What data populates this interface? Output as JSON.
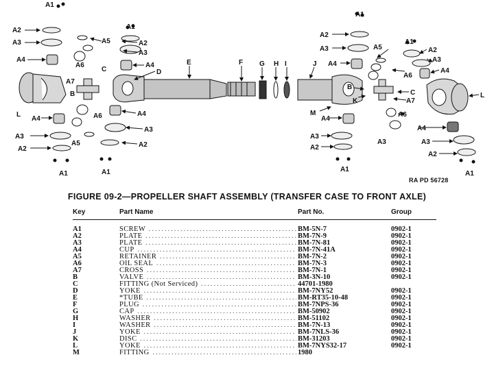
{
  "figure": {
    "reference": "RA PD 56728",
    "caption": "FIGURE 09-2—PROPELLER SHAFT ASSEMBLY (TRANSFER CASE TO FRONT AXLE)",
    "callouts": {
      "A1": "A1",
      "A2": "A2",
      "A3": "A3",
      "A4": "A4",
      "A5": "A5",
      "A6": "A6",
      "A7": "A7",
      "B": "B",
      "C": "C",
      "D": "D",
      "E": "E",
      "F": "F",
      "G": "G",
      "H": "H",
      "I": "I",
      "J": "J",
      "K": "K",
      "L": "L",
      "M": "M"
    }
  },
  "table": {
    "headers": {
      "key": "Key",
      "part_name": "Part Name",
      "part_no": "Part No.",
      "group": "Group"
    },
    "rows": [
      {
        "key": "A1",
        "name": "SCREW",
        "part_no": "BM-5N-7",
        "group": "0902-1"
      },
      {
        "key": "A2",
        "name": "PLATE",
        "part_no": "BM-7N-9",
        "group": "0902-1"
      },
      {
        "key": "A3",
        "name": "PLATE",
        "part_no": "BM-7N-81",
        "group": "0902-1"
      },
      {
        "key": "A4",
        "name": "CUP",
        "part_no": "BM-7N-41A",
        "group": "0902-1"
      },
      {
        "key": "A5",
        "name": "RETAINER",
        "part_no": "BM-7N-2",
        "group": "0902-1"
      },
      {
        "key": "A6",
        "name": "OIL SEAL",
        "part_no": "BM-7N-3",
        "group": "0902-1"
      },
      {
        "key": "A7",
        "name": "CROSS",
        "part_no": "BM-7N-1",
        "group": "0902-1"
      },
      {
        "key": "B",
        "name": "VALVE",
        "part_no": "BM-3N-10",
        "group": "0902-1"
      },
      {
        "key": "C",
        "name": "FITTING (Not Serviced)",
        "part_no": "44701-1980",
        "group": ""
      },
      {
        "key": "D",
        "name": "YOKE",
        "part_no": "BM-7NY52",
        "group": "0902-1"
      },
      {
        "key": "E",
        "name": "*TUBE",
        "part_no": "BM-RT35-10-48",
        "group": "0902-1"
      },
      {
        "key": "F",
        "name": "PLUG",
        "part_no": "BM-7NPS-36",
        "group": "0902-1"
      },
      {
        "key": "G",
        "name": "CAP",
        "part_no": "BM-50902",
        "group": "0902-1"
      },
      {
        "key": "H",
        "name": "WASHER",
        "part_no": "BM-51102",
        "group": "0902-1"
      },
      {
        "key": "I",
        "name": "WASHER",
        "part_no": "BM-7N-13",
        "group": "0902-1"
      },
      {
        "key": "J",
        "name": "YOKE",
        "part_no": "BM-7NLS-36",
        "group": "0902-1"
      },
      {
        "key": "K",
        "name": "DISC",
        "part_no": "BM-31203",
        "group": "0902-1"
      },
      {
        "key": "L",
        "name": "YOKE",
        "part_no": "BM-7NYS32-17",
        "group": "0902-1"
      },
      {
        "key": "M",
        "name": "FITTING",
        "part_no": "1980",
        "group": ""
      }
    ]
  }
}
